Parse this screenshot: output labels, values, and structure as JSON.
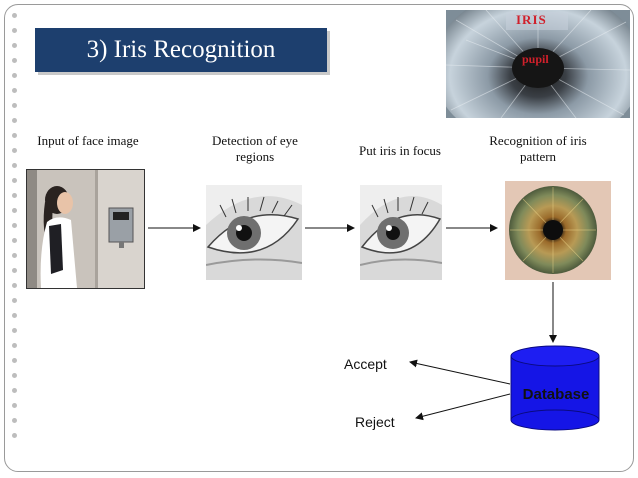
{
  "slide": {
    "title": "3)   Iris Recognition"
  },
  "hero": {
    "iris_label": "IRIS",
    "pupil_label": "pupil"
  },
  "steps": [
    {
      "caption": "Input of face image"
    },
    {
      "caption": "Detection of eye\nregions"
    },
    {
      "caption": "Put iris in focus"
    },
    {
      "caption": "Recognition of iris\npattern"
    }
  ],
  "database": {
    "label": "Database",
    "color": "#1515e6"
  },
  "outcomes": {
    "accept": "Accept",
    "reject": "Reject"
  },
  "colors": {
    "banner": "#1d3f6e",
    "hero_text": "#d0202b"
  }
}
